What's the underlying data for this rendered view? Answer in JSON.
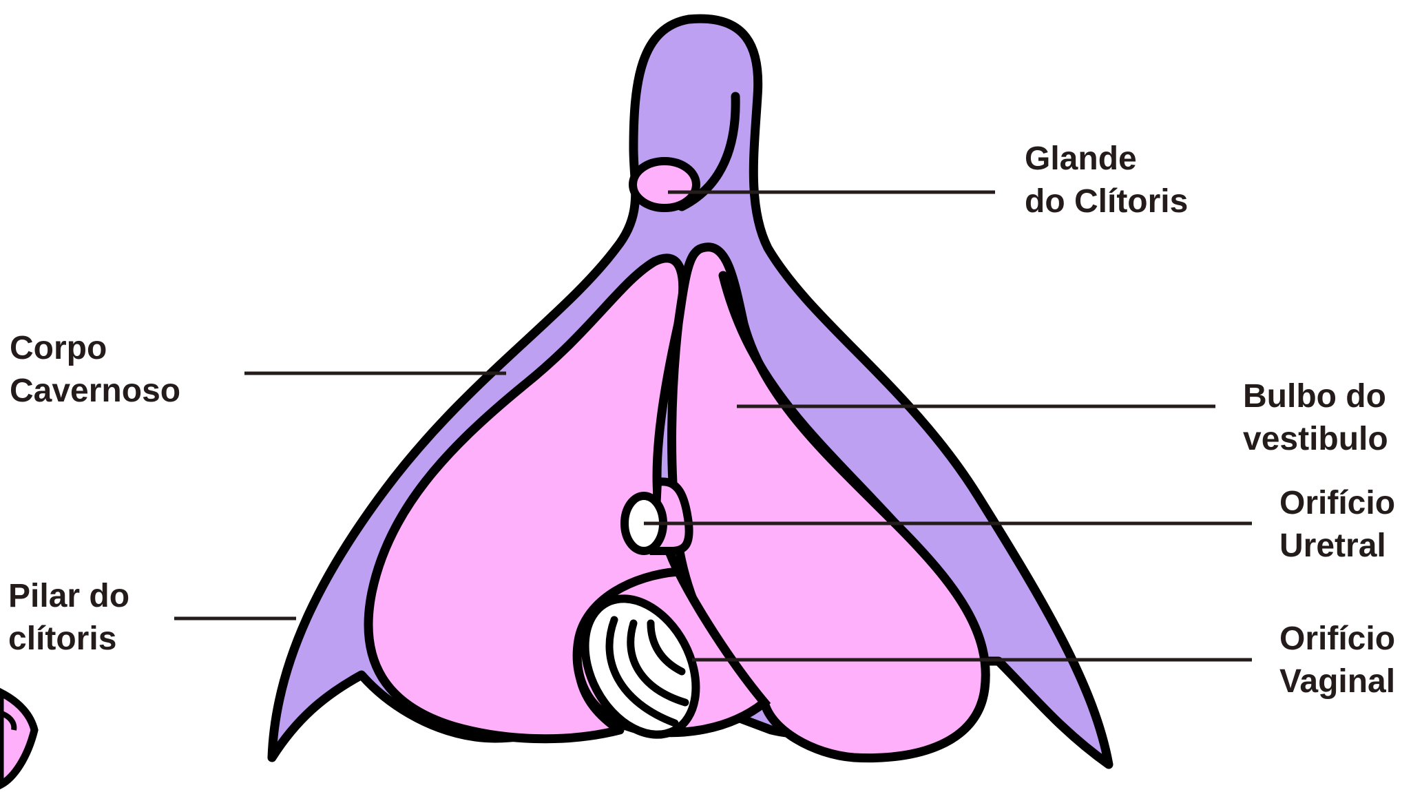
{
  "colors": {
    "outline": "#000000",
    "cavernous_body": "#bea0f2",
    "bulb": "#ffb0fa",
    "leader_line": "#241b1b",
    "text": "#241b1b",
    "background": "#ffffff"
  },
  "labels": {
    "glande": {
      "line1": "Glande",
      "line2": "do Clítoris"
    },
    "corpo": {
      "line1": "Corpo",
      "line2": "Cavernoso"
    },
    "bulbo": {
      "line1": "Bulbo do",
      "line2": "vestibulo"
    },
    "uretral": {
      "line1": "Orifício",
      "line2": "Uretral"
    },
    "pilar": {
      "line1": "Pilar do",
      "line2": "clítoris"
    },
    "vaginal": {
      "line1": "Orifício",
      "line2": "Vaginal"
    }
  }
}
